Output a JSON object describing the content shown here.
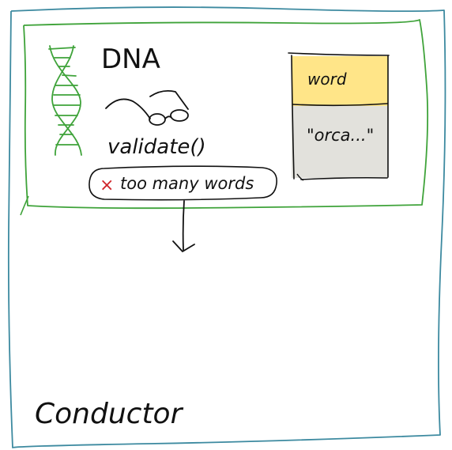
{
  "diagram": {
    "outer_label": "Conductor",
    "inner_box": {
      "title": "DNA",
      "method": "validate()",
      "error": {
        "mark": "×",
        "message": "too many words"
      },
      "record": {
        "field_name": "word",
        "field_value": "\"orca...\""
      }
    },
    "icons": [
      "dna-helix-icon",
      "eyeglasses-icon",
      "down-arrow-icon"
    ],
    "colors": {
      "outer_border": "#3d8aa0",
      "inner_border": "#3fa33a",
      "helix": "#3fa33a",
      "record_header": "#ffe588",
      "record_body": "#e2e1dc",
      "error_mark": "#d0262b",
      "ink": "#111111"
    }
  }
}
